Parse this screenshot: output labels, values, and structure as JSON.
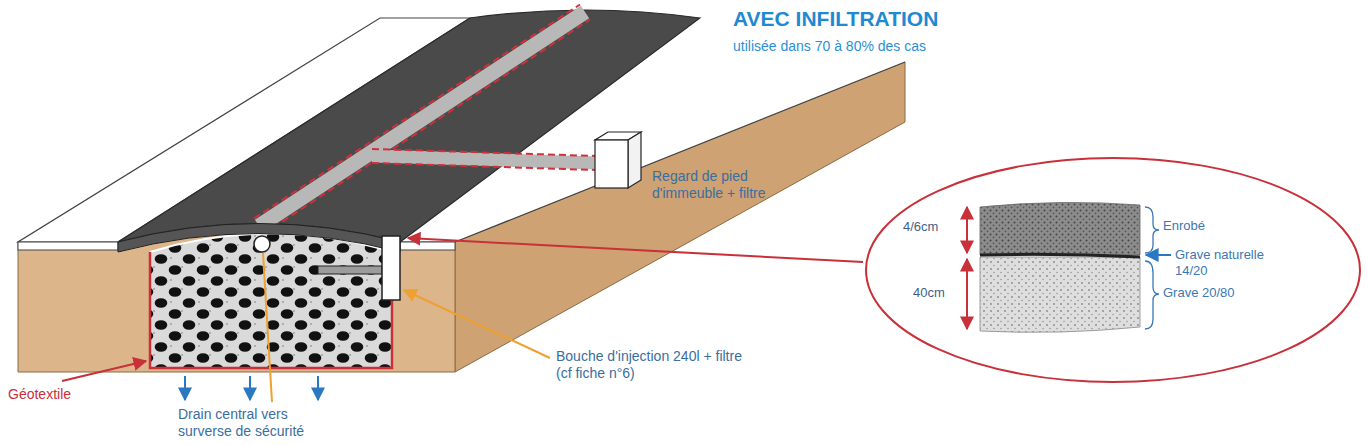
{
  "diagram": {
    "title": "AVEC INFILTRATION",
    "nodes": [
      {
        "text": [
          "4/6cm",
          "Enrobé",
          "Grave naturelle 14/20",
          "40cm",
          "Grave 20/80"
        ]
      }
    ],
    "labels": [
      "utilisée dans 70 à 80% des cas",
      "Regard de pied d'immeuble + filtre",
      "Bouche d'injection 240l + filtre (cf fiche n°6)",
      "Géotextile",
      "Drain central vers surverse de sécurité"
    ]
  }
}
